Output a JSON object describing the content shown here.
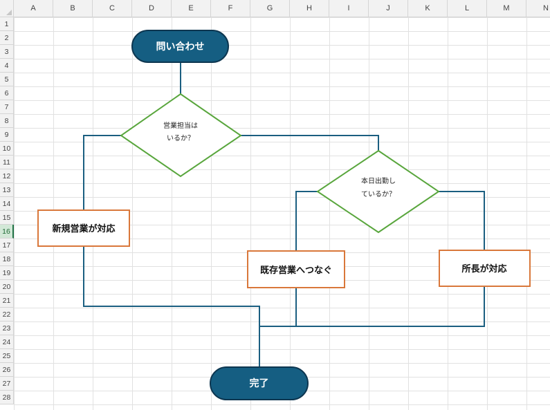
{
  "spreadsheet": {
    "columns": [
      "A",
      "B",
      "C",
      "D",
      "E",
      "F",
      "G",
      "H",
      "I",
      "J",
      "K",
      "L",
      "M",
      "N"
    ],
    "rows": [
      "1",
      "2",
      "3",
      "4",
      "5",
      "6",
      "7",
      "8",
      "9",
      "10",
      "11",
      "12",
      "13",
      "14",
      "15",
      "16",
      "17",
      "18",
      "19",
      "20",
      "21",
      "22",
      "23",
      "24",
      "25",
      "26",
      "27",
      "28"
    ],
    "selected_row": "16"
  },
  "flowchart": {
    "start_label": "問い合わせ",
    "decision1_line1": "営業担当は",
    "decision1_line2": "いるか？",
    "decision2_line1": "本日出勤し",
    "decision2_line2": "ているか？",
    "process_new": "新規営業が対応",
    "process_existing": "既存営業へつなぐ",
    "process_manager": "所長が対応",
    "end_label": "完了"
  },
  "colors": {
    "terminal_fill": "#155e82",
    "terminal_stroke": "#0d3650",
    "connector": "#1a5e80",
    "decision_stroke": "#59a63d",
    "process_stroke": "#d9773a",
    "grid_line": "#e1e1e1",
    "header_bg": "#f2f2f2"
  }
}
